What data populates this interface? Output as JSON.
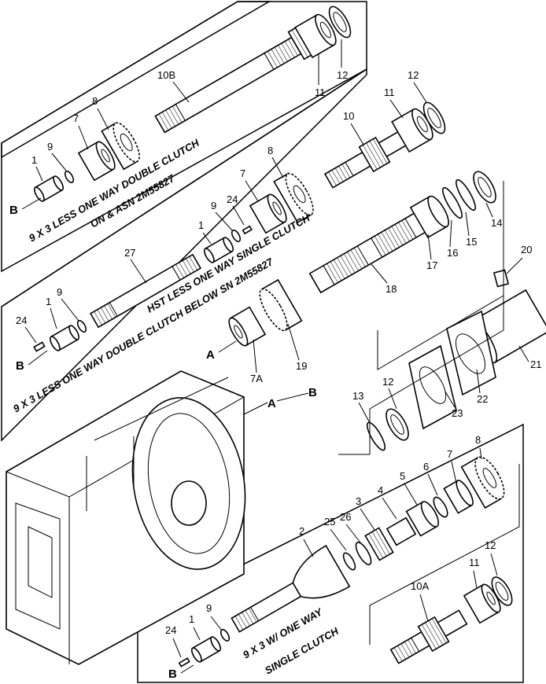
{
  "captions": {
    "panel1_line1": "9 X 3 LESS ONE WAY DOUBLE CLUTCH",
    "panel1_line2": "ON & ASN 2M55827",
    "panel2_line1": "HST LESS ONE WAY SINGLE CLUTCH",
    "panel2_line2": "9 X 3 LESS ONE WAY DOUBLE CLUTCH BELOW SN 2M55827",
    "panel3_line1": "9 X 3 W/ ONE WAY",
    "panel3_line2": "SINGLE CLUTCH"
  },
  "refs": {
    "a": "A",
    "b": "B"
  },
  "callouts": {
    "p1": {
      "c1": "1",
      "c9": "9",
      "c7": "7",
      "c8": "8",
      "c10b": "10B",
      "c11": "11",
      "c12": "12"
    },
    "p2": {
      "c1": "1",
      "c9": "9",
      "c24": "24",
      "c7": "7",
      "c8": "8",
      "c10": "10",
      "c11": "11",
      "c12": "12",
      "c27": "27"
    },
    "p3": {
      "c24": "24",
      "c1": "1",
      "c9": "9"
    },
    "mid": {
      "c7a": "7A",
      "c19": "19",
      "c18": "18",
      "c17": "17",
      "c16": "16",
      "c15": "15",
      "c14": "14",
      "c20": "20",
      "c21": "21",
      "c22": "22",
      "c23": "23",
      "c12": "12",
      "c13": "13"
    },
    "bot": {
      "c2": "2",
      "c25": "25",
      "c26": "26",
      "c3": "3",
      "c4": "4",
      "c5": "5",
      "c6": "6",
      "c7": "7",
      "c8": "8",
      "c11": "11",
      "c12": "12",
      "c10a": "10A",
      "c24": "24",
      "c1": "1",
      "c9": "9"
    }
  }
}
